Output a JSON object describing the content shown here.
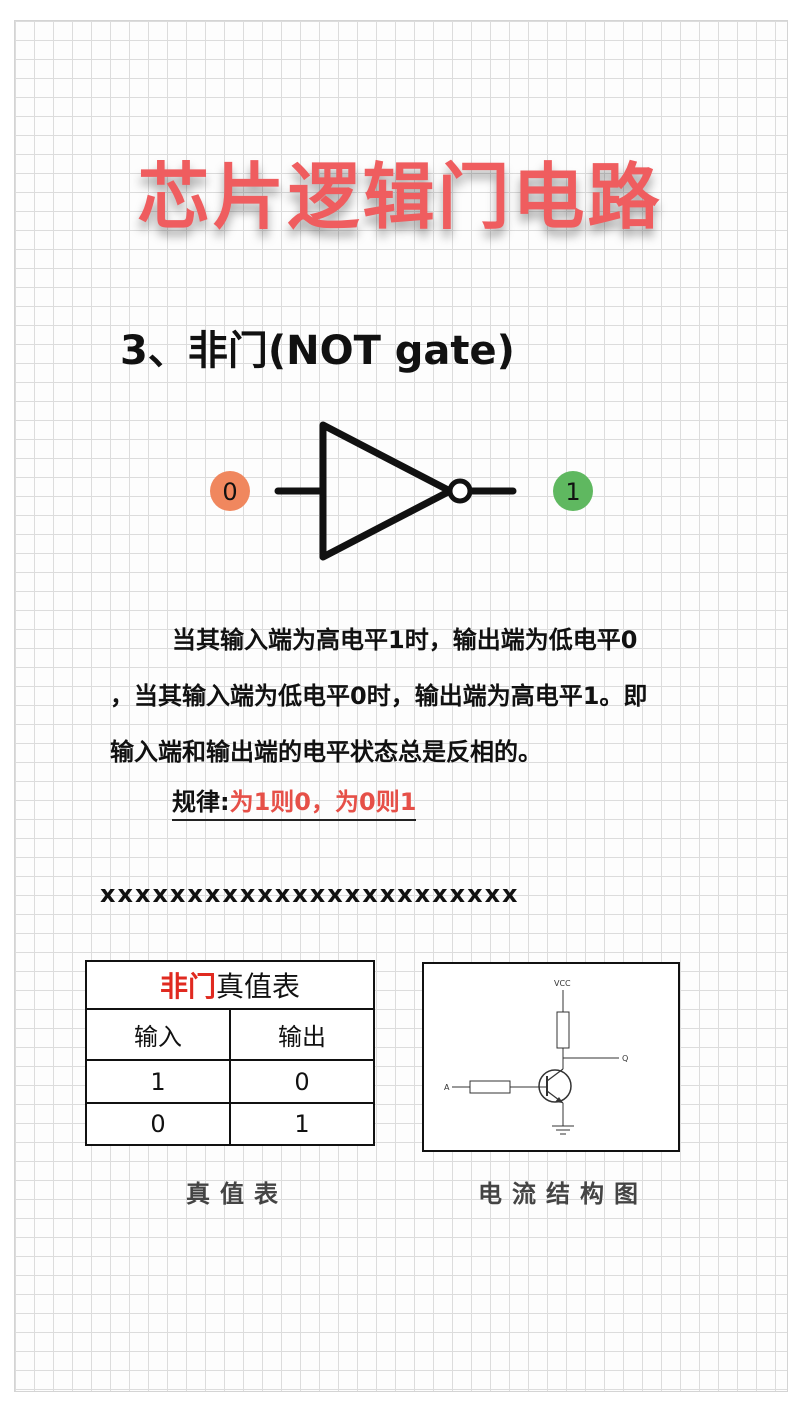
{
  "title": "芯片逻辑门电路",
  "section_title": "3、非门(NOT gate)",
  "gate_diagram": {
    "input_value": "0",
    "output_value": "1",
    "colors": {
      "input": "#f0875e",
      "output": "#5fb860",
      "stroke": "#111111"
    }
  },
  "description": {
    "line1": "当其输入端为高电平1时，输出端为低电平0",
    "line2": "，当其输入端为低电平0时，输出端为高电平1。即",
    "line3": "输入端和输出端的电平状态总是反相的。"
  },
  "rule": {
    "label": "规律:",
    "value": "为1则0，为0则1"
  },
  "separator": "xxxxxxxxxxxxxxxxxxxxxxxx",
  "truth_table": {
    "title_gate": "非门",
    "title_rest": "真值表",
    "headers": [
      "输入",
      "输出"
    ],
    "rows": [
      [
        "1",
        "0"
      ],
      [
        "0",
        "1"
      ]
    ]
  },
  "circuit": {
    "vcc_label": "VCC",
    "output_label": "Q",
    "input_label": "A"
  },
  "captions": {
    "truth_table": "真值表",
    "circuit": "电流结构图"
  },
  "accent_color": "#ef5d5f"
}
